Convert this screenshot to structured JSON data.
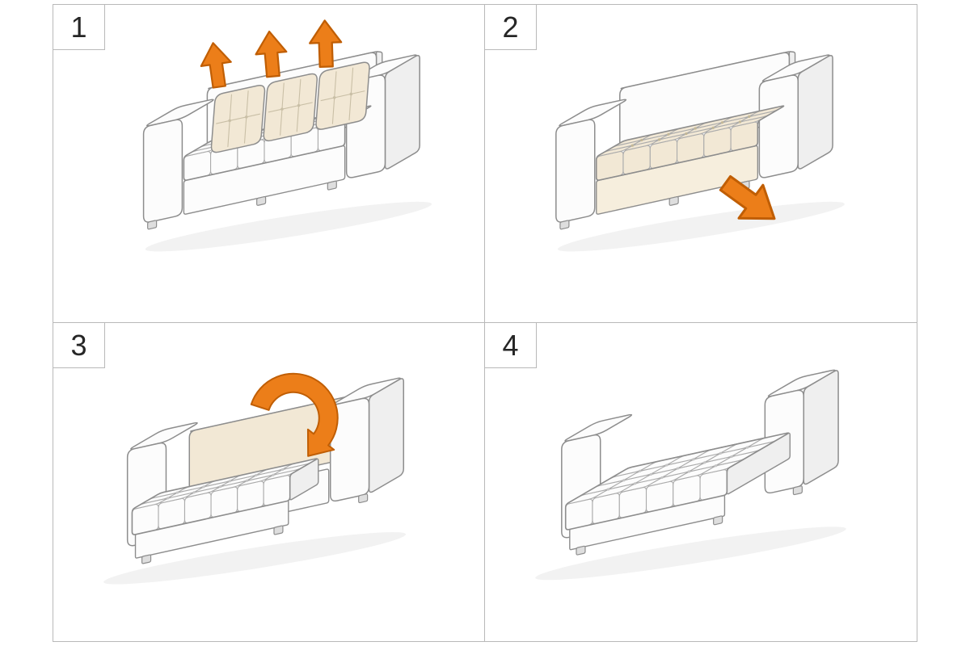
{
  "steps": [
    {
      "number": "1",
      "arrow_icon": "lift-arrow-icon"
    },
    {
      "number": "2",
      "arrow_icon": "pull-out-arrow-icon"
    },
    {
      "number": "3",
      "arrow_icon": "fold-down-arrow-icon"
    },
    {
      "number": "4",
      "arrow_icon": "none"
    }
  ],
  "colors": {
    "background": "#ffffff",
    "grid_line": "#b9b9b9",
    "step_number_text": "#262626",
    "line": "#8d8d8d",
    "line_soft": "#ababab",
    "sofa_fill": "#fcfcfc",
    "sofa_shade": "#efefef",
    "cushion_fill": "#f2e8d5",
    "cushion_shade": "#e7dcc3",
    "cushion_seam": "#c9bfa6",
    "pullout_fill": "#f6eedd",
    "dimple": "#c6c6c6",
    "dimple_cream": "#c2b796",
    "foot_fill": "#dedede",
    "arrow_fill": "#ec7e19",
    "arrow_stroke": "#c05e04"
  }
}
